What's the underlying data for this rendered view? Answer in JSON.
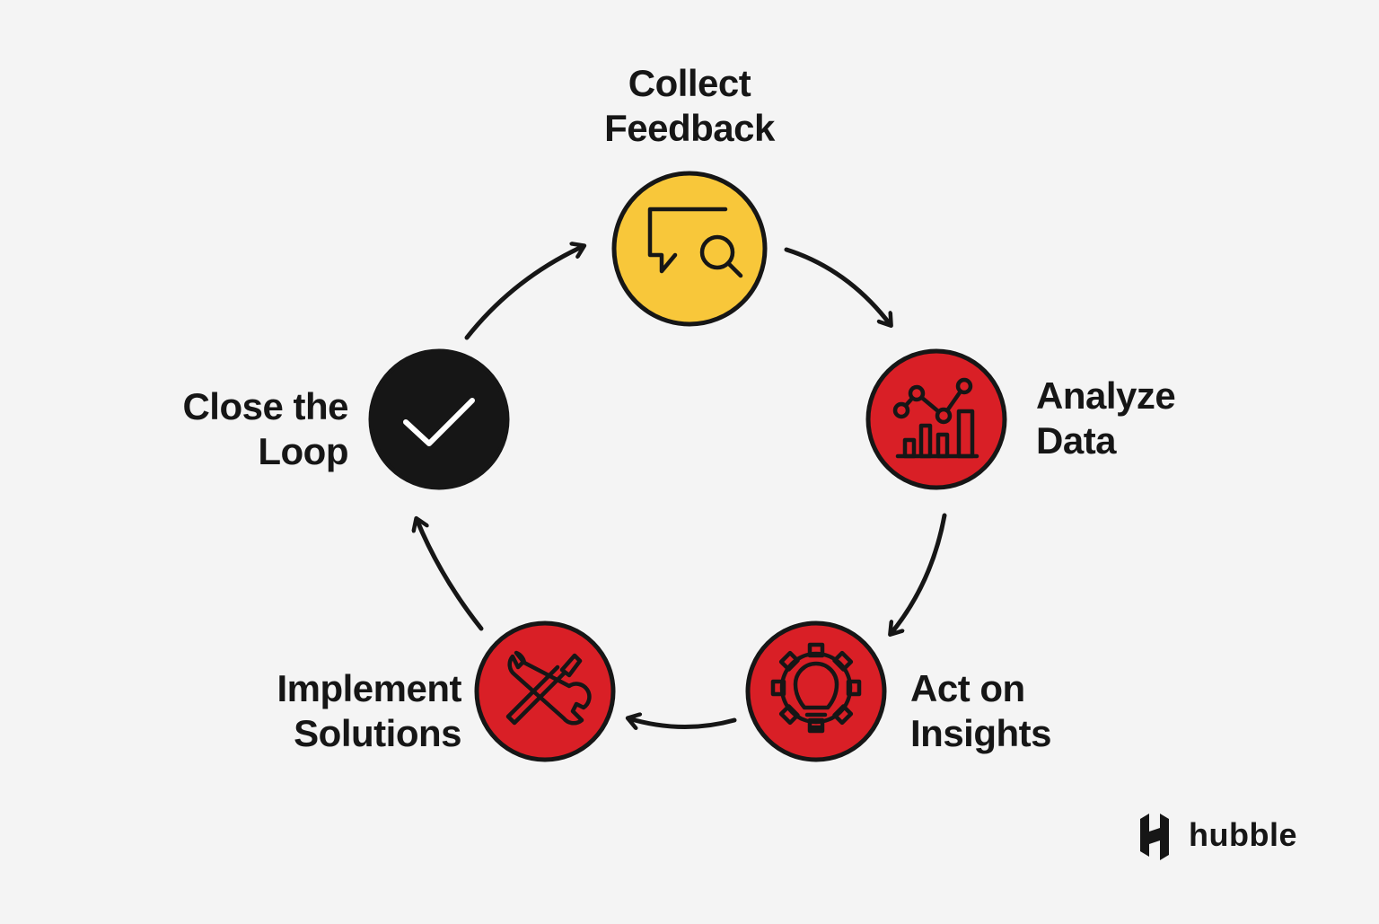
{
  "steps": [
    {
      "id": "collect",
      "title_line1": "Collect",
      "title_line2": "Feedback",
      "icon": "chat-search-icon",
      "color": "#f8c73a"
    },
    {
      "id": "analyze",
      "title_line1": "Analyze",
      "title_line2": "Data",
      "icon": "chart-icon",
      "color": "#d91f26"
    },
    {
      "id": "act",
      "title_line1": "Act on",
      "title_line2": "Insights",
      "icon": "gear-lightbulb-icon",
      "color": "#d91f26"
    },
    {
      "id": "implement",
      "title_line1": "Implement",
      "title_line2": "Solutions",
      "icon": "tools-icon",
      "color": "#d91f26"
    },
    {
      "id": "close",
      "title_line1": "Close the",
      "title_line2": "Loop",
      "icon": "checkmark-icon",
      "color": "#161616"
    }
  ],
  "brand": {
    "name": "hubble",
    "icon": "hubble-logo-icon"
  }
}
